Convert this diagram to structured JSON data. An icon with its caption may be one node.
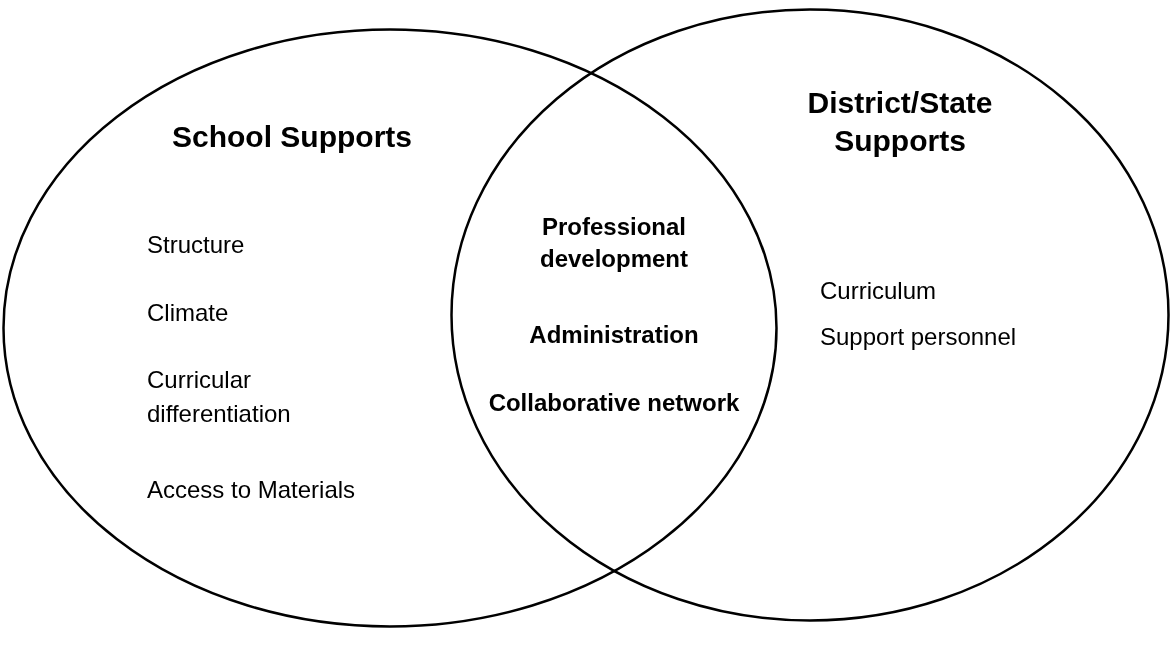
{
  "diagram": {
    "nodes": [
      {
        "text": [
          "School Supports",
          "Structure",
          "Climate",
          "Curricular differentiation",
          "Access to Materials"
        ]
      },
      {
        "text": [
          "District/State Supports",
          "Curriculum",
          "Support personnel"
        ]
      },
      {
        "text": [
          "Professional development",
          "Administration",
          "Collaborative network"
        ]
      }
    ]
  }
}
